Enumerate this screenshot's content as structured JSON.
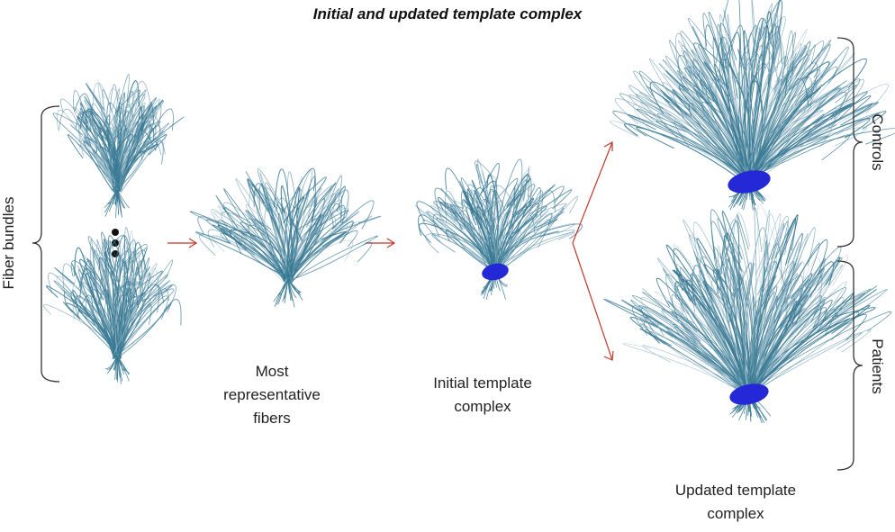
{
  "title": "Initial and updated template complex",
  "labels": {
    "fiber_bundles": "Fiber bundles",
    "most_representative": [
      "Most",
      "representative",
      "fibers"
    ],
    "initial_template": [
      "Initial template",
      "complex"
    ],
    "updated_template": [
      "Updated template",
      "complex"
    ],
    "controls": "Controls",
    "patients": "Patients"
  },
  "colors": {
    "fiber": "#3a7a94",
    "fiber_light": "#8fb4c4",
    "blob": "#2428d6",
    "arrow": "#c0392b",
    "bracket": "#333333"
  },
  "icons": [
    "ellipsis-dots-icon",
    "right-arrow-icon",
    "branch-arrow-icon"
  ]
}
